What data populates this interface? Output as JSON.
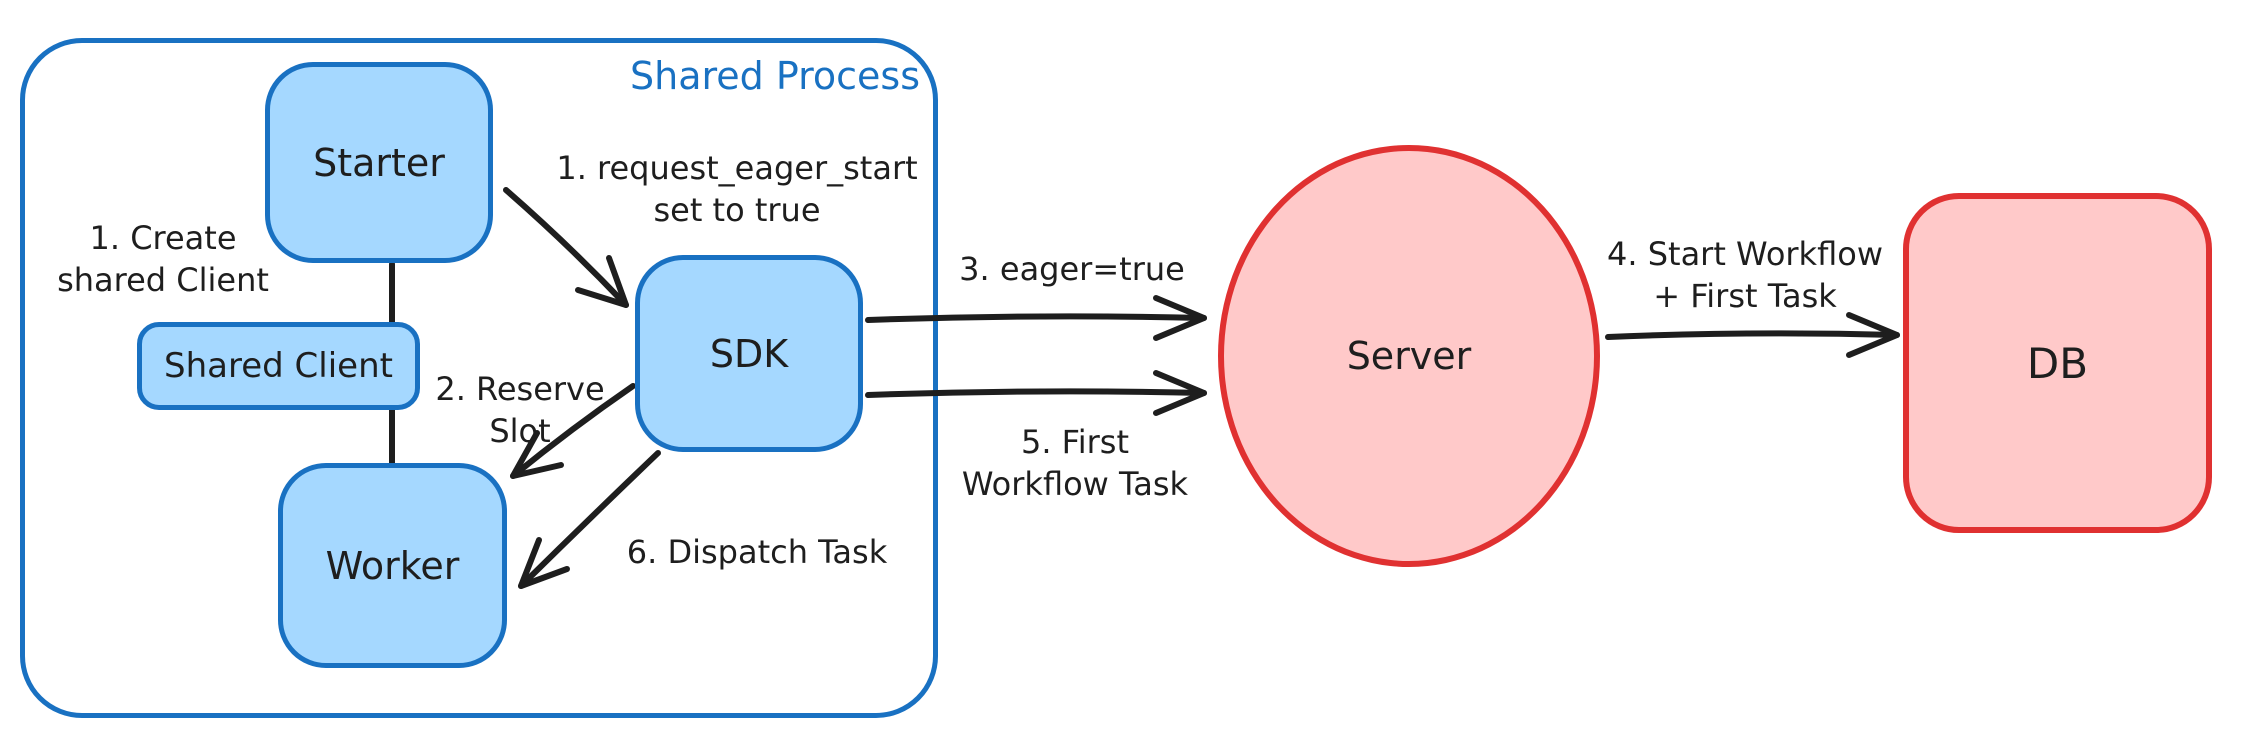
{
  "diagram": {
    "container_label": "Shared Process",
    "nodes": {
      "starter": "Starter",
      "shared_client": "Shared Client",
      "worker": "Worker",
      "sdk": "SDK",
      "server": "Server",
      "db": "DB"
    },
    "annotations": {
      "create_client": {
        "line1": "1. Create",
        "line2": "shared Client"
      },
      "request_eager": {
        "line1": "1. request_eager_start",
        "line2": "set to true"
      },
      "reserve_slot": {
        "line1": "2. Reserve",
        "line2": "Slot"
      },
      "eager_true": "3. eager=true",
      "start_workflow": {
        "line1": "4. Start Workflow",
        "line2": "+ First Task"
      },
      "first_workflow_task": {
        "line1": "5. First",
        "line2": "Workflow Task"
      },
      "dispatch_task": "6. Dispatch Task"
    },
    "colors": {
      "blue_stroke": "#1971c2",
      "blue_fill": "#a5d8ff",
      "red_stroke": "#e03131",
      "red_fill": "#ffc9c9",
      "ink": "#1e1e1e"
    }
  }
}
